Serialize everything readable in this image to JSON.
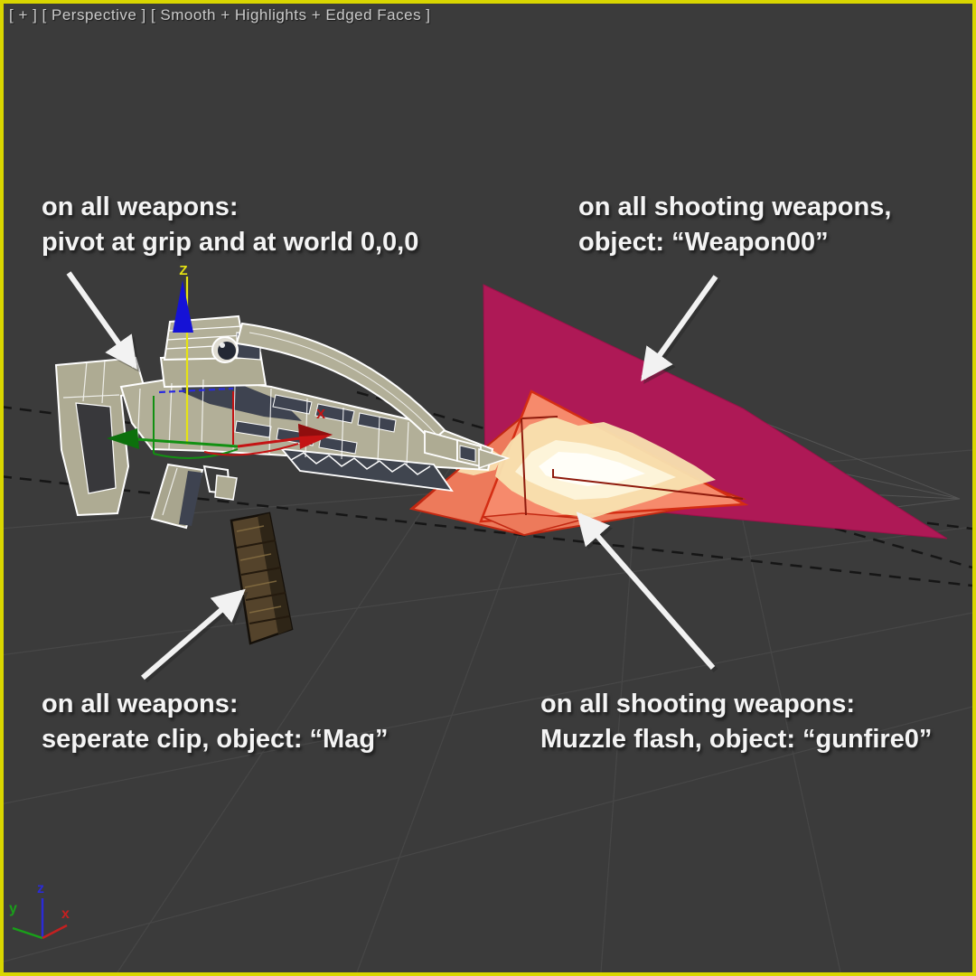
{
  "viewport": {
    "label": "[ + ] [ Perspective ] [ Smooth + Highlights + Edged Faces ]",
    "background": "#3b3b3b",
    "active_border_color": "#d9d600"
  },
  "annotations": {
    "top_left": {
      "line1": "on all weapons:",
      "line2": "pivot at grip and at world 0,0,0"
    },
    "top_right": {
      "line1": "on all shooting weapons,",
      "line2": "object: “Weapon00”"
    },
    "bottom_left": {
      "line1": "on all weapons:",
      "line2": "seperate clip, object: “Mag”"
    },
    "bottom_right": {
      "line1": "on all shooting weapons:",
      "line2": "Muzzle flash, object: “gunfire0”"
    }
  },
  "gizmo": {
    "z_label": "Z",
    "x_label": "X",
    "x_color": "#c41414",
    "y_color": "#129012",
    "z_color": "#1512d6",
    "selected_axis_color": "#e6e312"
  },
  "world_axis": {
    "x_label": "x",
    "y_label": "y",
    "z_label": "z",
    "x_color": "#c42020",
    "y_color": "#19a019",
    "z_color": "#2b2bd5"
  },
  "scene_colors": {
    "weapon_body": "#b2af98",
    "weapon_dark_parts": "#3e4350",
    "wireframe": "#ffffff",
    "weapon00_triangle": "#ae1956",
    "muzzle_flash_plane": "#f68a6c",
    "muzzle_flash_edge": "#d42d13",
    "flame_core": "#fffef8",
    "mag_clip": "#54432b",
    "annotation_arrow": "#f2f2f2"
  }
}
